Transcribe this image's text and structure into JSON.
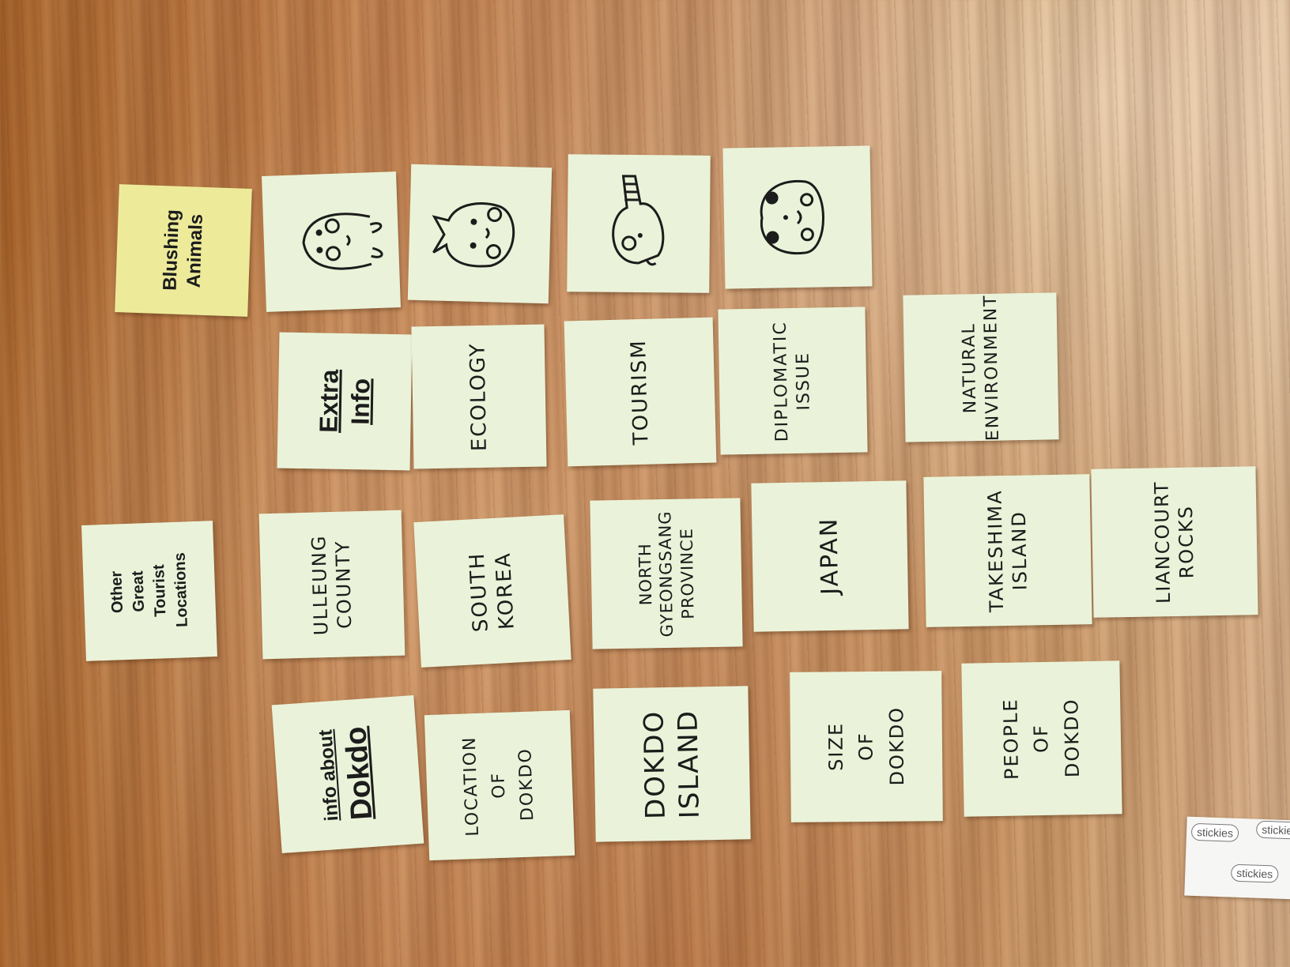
{
  "scene": "sticky notes on wooden table",
  "headers": {
    "blushing_animals": "Blushing\nAnimals",
    "extra_info": "Extra\nInfo",
    "other_locations": "Other\nGreat\nTourist\nLocations",
    "info_about": "info about",
    "dokdo": "Dokdo"
  },
  "row_extra": {
    "ecology": "ECOLOGY",
    "tourism": "TOURISM",
    "diplomatic": "DIPLOMATIC\nISSUE",
    "natural": "NATURAL\nENVIRONMENT"
  },
  "row_locations": {
    "ulleung": "ULLEUNG\nCOUNTY",
    "south_korea": "SOUTH\nKOREA",
    "north_gyeong": "NORTH\nGYEONGSANG\nPROVINCE",
    "japan": "JAPAN",
    "takeshima": "TAKESHIMA\nISLAND",
    "liancourt": "LIANCOURT\nROCKS"
  },
  "row_dokdo": {
    "location": "LOCATION\nOF\nDOKDO",
    "island": "DOKDO\nISLAND",
    "size": "SIZE\nOF\nDOKDO",
    "people": "PEOPLE\nOF\nDOKDO"
  },
  "animals": [
    "rabbit",
    "cat",
    "giraffe",
    "frog"
  ],
  "brand": "stickies",
  "colors": {
    "note": "#eaf3d9",
    "yellow_note": "#edeb9a",
    "ink": "#1c1c1c"
  }
}
